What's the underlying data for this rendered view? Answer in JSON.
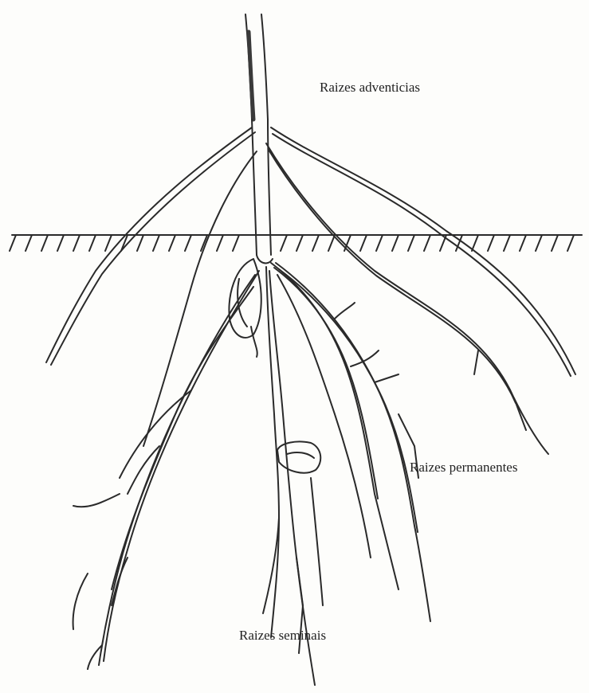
{
  "labels": {
    "adventicias": "Raizes adventicias",
    "permanentes": "Raizes permanentes",
    "seminais": "Raizes seminais"
  },
  "colors": {
    "ink": "#2a2a2a",
    "background": "#fdfdfb"
  }
}
